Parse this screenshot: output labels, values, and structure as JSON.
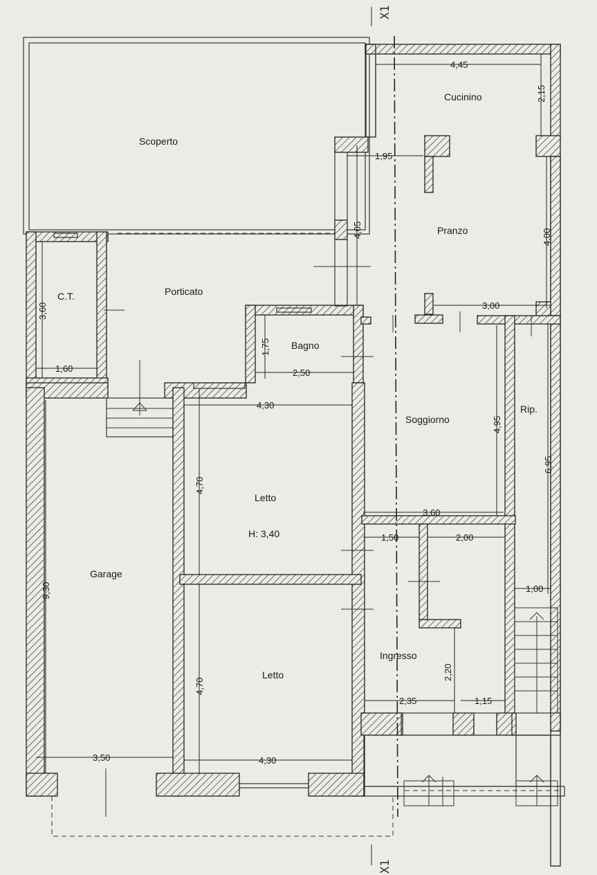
{
  "section_marks": {
    "top": "X1",
    "bottom": "X1"
  },
  "rooms": {
    "scoperto": "Scoperto",
    "cucinino": "Cucinino",
    "pranzo": "Pranzo",
    "ct": "C.T.",
    "porticato": "Porticato",
    "bagno": "Bagno",
    "soggiorno": "Soggiorno",
    "rip": "Rip.",
    "letto_top": "Letto",
    "height_note": "H: 3,40",
    "garage": "Garage",
    "letto_bottom": "Letto",
    "ingresso": "Ingresso"
  },
  "dimensions": {
    "cucinino_width": "4,45",
    "cucinino_depth": "2,15",
    "pranzo_step": "1,95",
    "pranzo_depth_left": "4,05",
    "pranzo_depth_right": "4,00",
    "pranzo_width": "3,00",
    "ct_depth": "3,60",
    "ct_width": "1,60",
    "bagno_depth": "1,75",
    "bagno_width": "2,50",
    "letto_top_width": "4,30",
    "letto_top_depth": "4,70",
    "soggiorno_depth": "4,95",
    "rip_depth": "6,95",
    "soggiorno_width": "3,60",
    "ingresso_width_top": "1,50",
    "side_room_width": "2,00",
    "stair_width": "1,00",
    "garage_depth": "9,30",
    "letto_bottom_depth": "4,70",
    "ingresso_depth": "2,20",
    "ingresso_width_bottom": "2,35",
    "side_width_bottom": "1,15",
    "garage_width": "3,50",
    "letto_bottom_width": "4,30"
  }
}
